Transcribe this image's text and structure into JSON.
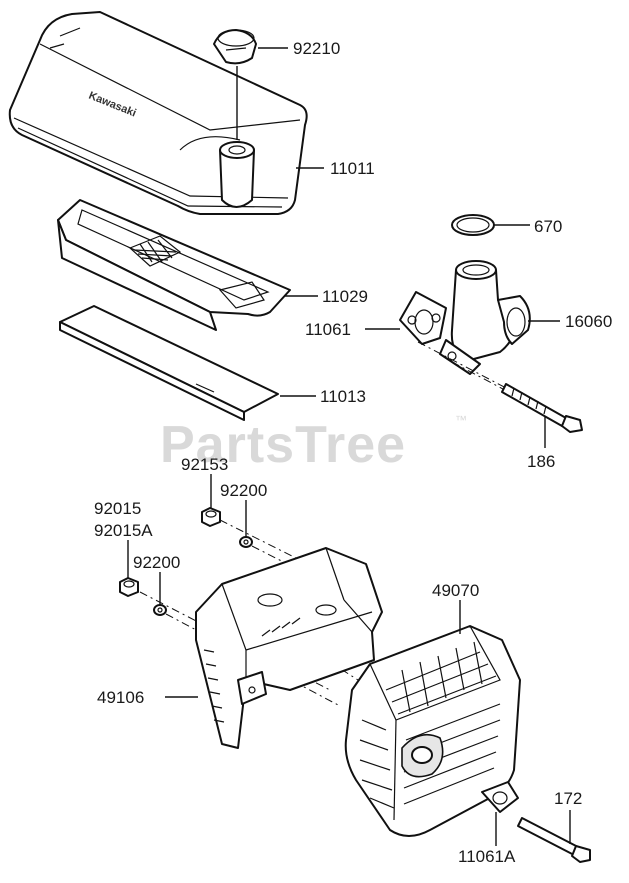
{
  "watermark": {
    "text": "PartsTree",
    "tm": "™"
  },
  "brand_logo": "Kawasaki",
  "labels": {
    "l92210": "92210",
    "l11011": "11011",
    "l670": "670",
    "l11029": "11029",
    "l16060": "16060",
    "l11061": "11061",
    "l11013": "11013",
    "l186": "186",
    "l92153": "92153",
    "l92200a": "92200",
    "l92015": "92015",
    "l92015A": "92015A",
    "l92200b": "92200",
    "l49070": "49070",
    "l49106": "49106",
    "l172": "172",
    "l11061A": "11061A"
  }
}
